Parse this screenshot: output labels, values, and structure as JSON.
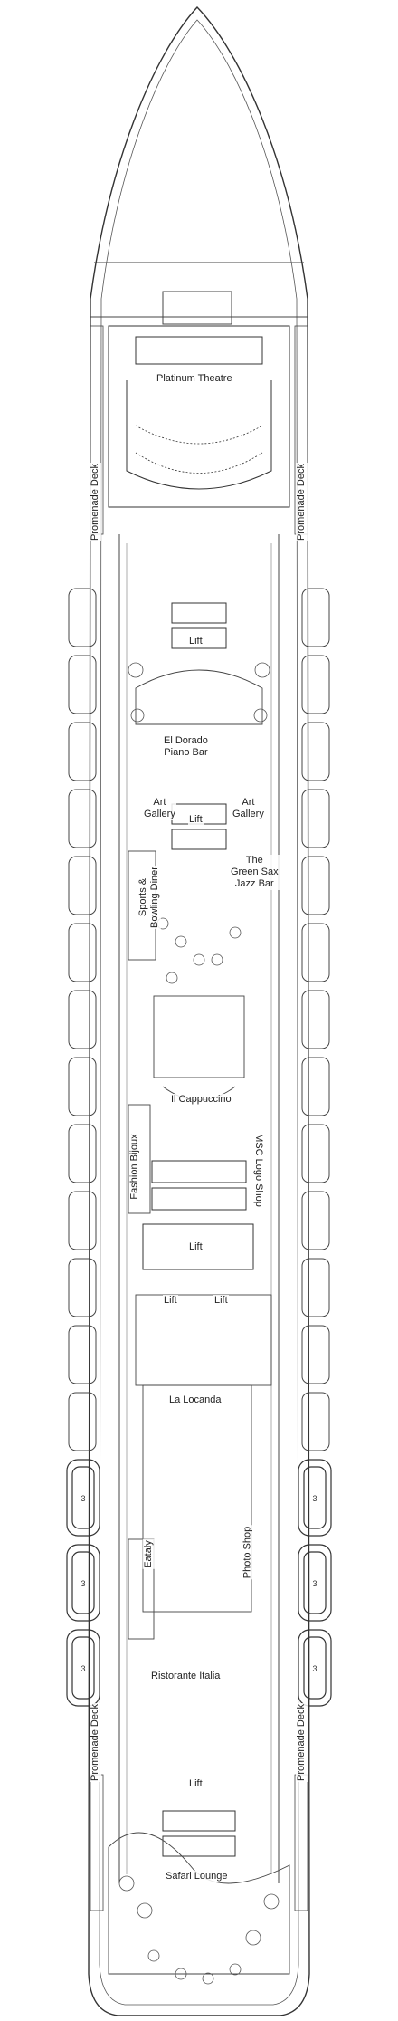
{
  "deck_plan": {
    "venues": {
      "platinum_theatre": "Platinum Theatre",
      "el_dorado": "El Dorado\nPiano Bar",
      "art_gallery_left": "Art\nGallery",
      "art_gallery_right": "Art\nGallery",
      "green_sax": "The\nGreen Sax\nJazz Bar",
      "sports_bowling": "Sports &\nBowling Diner",
      "il_cappuccino": "Il Cappuccino",
      "fashion_bijoux": "Fashion Bijoux",
      "msc_logo_shop": "MSC Logo Shop",
      "la_locanda": "La Locanda",
      "eataly": "Eataly",
      "photo_shop": "Photo Shop",
      "ristorante_italia": "Ristorante Italia",
      "safari_lounge": "Safari Lounge"
    },
    "lifts": [
      "Lift",
      "Lift",
      "Lift",
      "Lift",
      "Lift",
      "Lift"
    ],
    "promenade": [
      "Promenade Deck",
      "Promenade Deck",
      "Promenade Deck",
      "Promenade Deck"
    ],
    "lifeboat_mark": "3"
  }
}
